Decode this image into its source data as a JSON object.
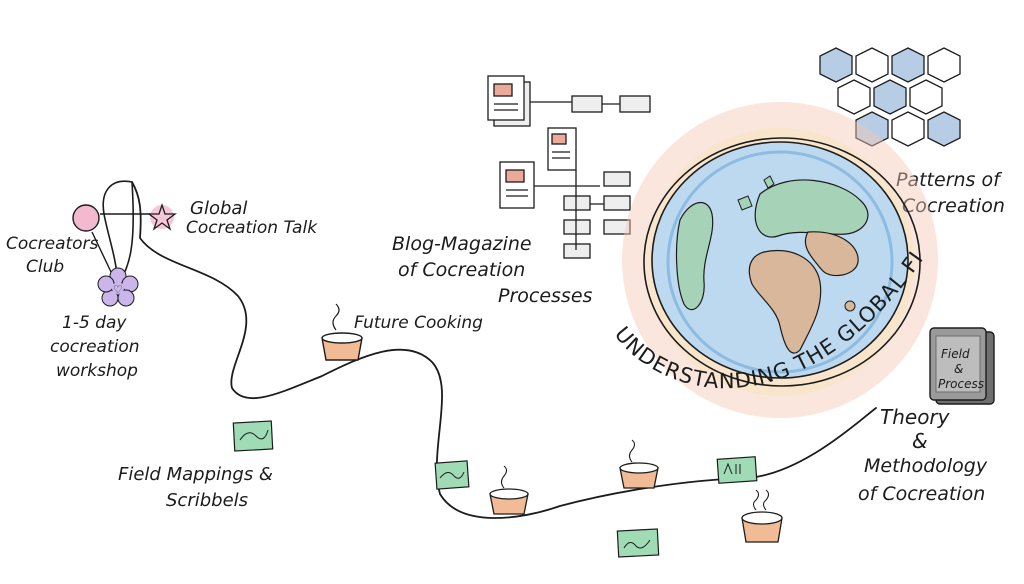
{
  "labels": {
    "cocreators_club": [
      "Cocreators",
      "Club"
    ],
    "global_talk": [
      "Global",
      "Cocreation Talk"
    ],
    "workshop": [
      "1-5 day",
      "cocreation",
      "workshop"
    ],
    "future_cooking": "Future Cooking",
    "blog_magazine": [
      "Blog-Magazine",
      "of Cocreation",
      "Processes"
    ],
    "patterns": [
      "Patterns of",
      "Cocreation"
    ],
    "understanding": "UNDERSTANDING THE GLOBAL FIELD",
    "book_title": [
      "Field",
      "&",
      "Process"
    ],
    "theory": [
      "Theory",
      "&",
      "Methodology",
      "of Cocreation"
    ],
    "field_mappings": [
      "Field Mappings &",
      "Scribbels"
    ]
  },
  "colors": {
    "ink": "#1c1c1c",
    "ocean": "#bcd9ef",
    "land": "#d8b79a",
    "land_green": "#a6d3b8",
    "halo": "#f3c7b3",
    "hex": "#b7cde6",
    "pink": "#f2b9cf",
    "purple": "#cbb6ec",
    "note_green": "#9fdcb5",
    "paper_red": "#eba99a",
    "pot_orange": "#f1bc95",
    "book": "#8a8a8a"
  }
}
